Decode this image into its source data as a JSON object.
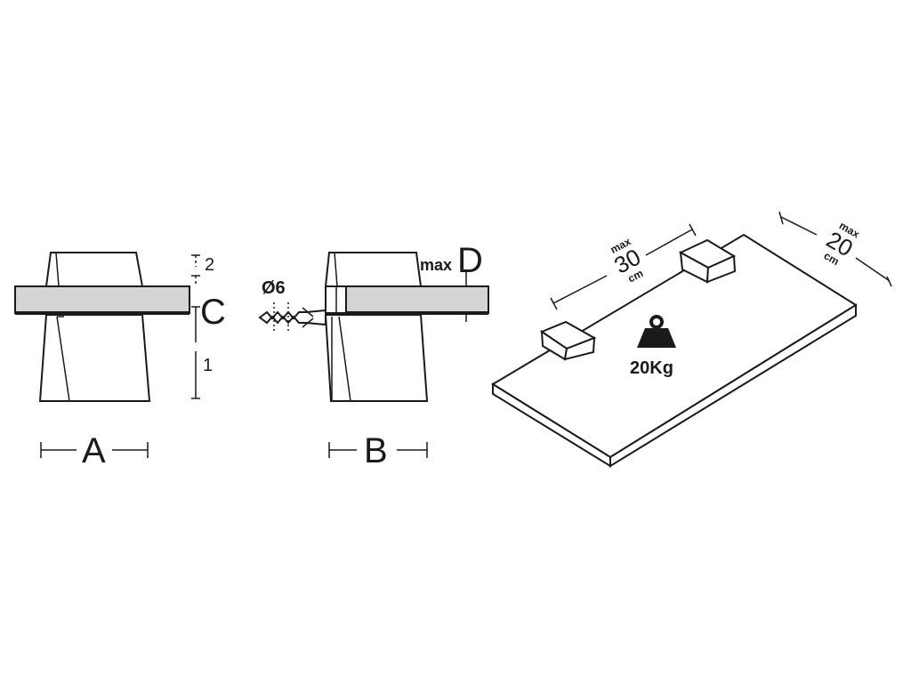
{
  "side_view": {
    "width_label": "A",
    "glass_label": "C",
    "dim_top": "2",
    "dim_bottom": "1"
  },
  "front_view": {
    "width_label": "B",
    "depth_prefix": "max",
    "depth_label": "D",
    "plug_label": "Ø6"
  },
  "shelf_view": {
    "length_prefix": "max",
    "length_value": "30",
    "length_unit": "cm",
    "depth_prefix": "max",
    "depth_value": "20",
    "depth_unit": "cm",
    "load_label": "20Kg"
  }
}
